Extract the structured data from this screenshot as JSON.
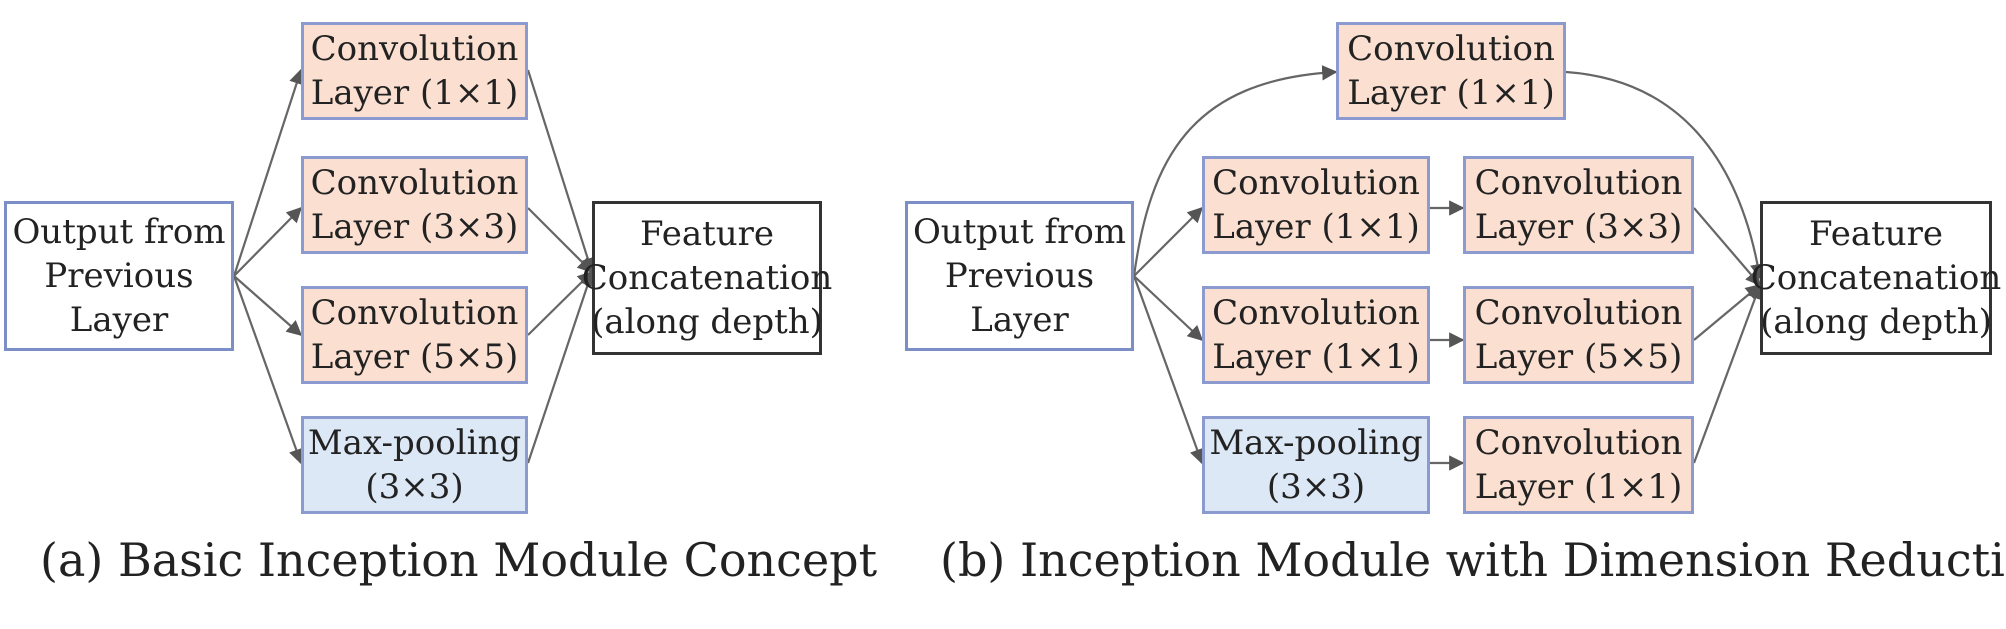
{
  "colors": {
    "conv_fill": "#fbe0d2",
    "pool_fill": "#dce8f5",
    "box_border": "#8c9bcf",
    "concat_border": "#333333",
    "arrow": "#555555"
  },
  "panel_a": {
    "input": "Output from\nPrevious Layer",
    "conv_1x1": "Convolution\nLayer (1×1)",
    "conv_3x3": "Convolution\nLayer (3×3)",
    "conv_5x5": "Convolution\nLayer (5×5)",
    "pool_3x3": "Max-pooling\n(3×3)",
    "concat": "Feature\nConcatenation\n(along depth)",
    "caption": "(a) Basic Inception Module Concept"
  },
  "panel_b": {
    "input": "Output from\nPrevious Layer",
    "conv_1x1_top": "Convolution\nLayer (1×1)",
    "reduce_1x1_a": "Convolution\nLayer (1×1)",
    "reduce_1x1_b": "Convolution\nLayer (1×1)",
    "pool_3x3": "Max-pooling\n(3×3)",
    "conv_3x3": "Convolution\nLayer (3×3)",
    "conv_5x5": "Convolution\nLayer (5×5)",
    "pool_proj_1x1": "Convolution\nLayer (1×1)",
    "concat": "Feature\nConcatenation\n(along depth)",
    "caption": "(b) Inception Module with Dimension Reductions"
  }
}
